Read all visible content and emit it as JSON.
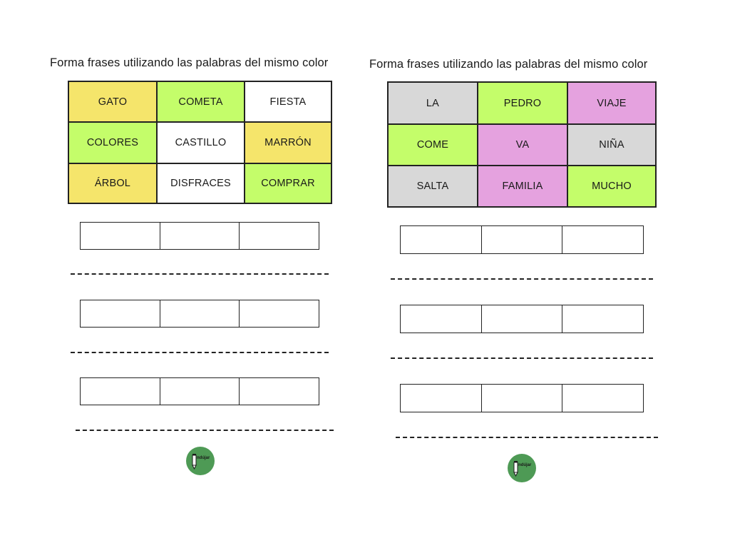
{
  "left": {
    "title": "Forma frases utilizando las palabras del mismo color",
    "words": [
      {
        "text": "GATO",
        "color": "yellow"
      },
      {
        "text": "COMETA",
        "color": "green"
      },
      {
        "text": "FIESTA",
        "color": "white"
      },
      {
        "text": "COLORES",
        "color": "green"
      },
      {
        "text": "CASTILLO",
        "color": "white"
      },
      {
        "text": "MARRÓN",
        "color": "yellow"
      },
      {
        "text": "ÁRBOL",
        "color": "yellow"
      },
      {
        "text": "DISFRACES",
        "color": "white"
      },
      {
        "text": "COMPRAR",
        "color": "green"
      }
    ]
  },
  "right": {
    "title": "Forma frases utilizando las palabras del mismo color",
    "words": [
      {
        "text": "LA",
        "color": "gray"
      },
      {
        "text": "PEDRO",
        "color": "green"
      },
      {
        "text": "VIAJE",
        "color": "pink"
      },
      {
        "text": "COME",
        "color": "green"
      },
      {
        "text": "VA",
        "color": "pink"
      },
      {
        "text": "NIÑA",
        "color": "gray"
      },
      {
        "text": "SALTA",
        "color": "gray"
      },
      {
        "text": "FAMILIA",
        "color": "pink"
      },
      {
        "text": "MUCHO",
        "color": "green"
      }
    ]
  },
  "palette": {
    "yellow": "#f5e56b",
    "green": "#c4fd6a",
    "white": "#ffffff",
    "gray": "#d8d8d8",
    "pink": "#e5a2df",
    "logo_green": "#4e9a55"
  },
  "logo": {
    "icon": "pencil-logo-icon",
    "text": "ndújar"
  }
}
